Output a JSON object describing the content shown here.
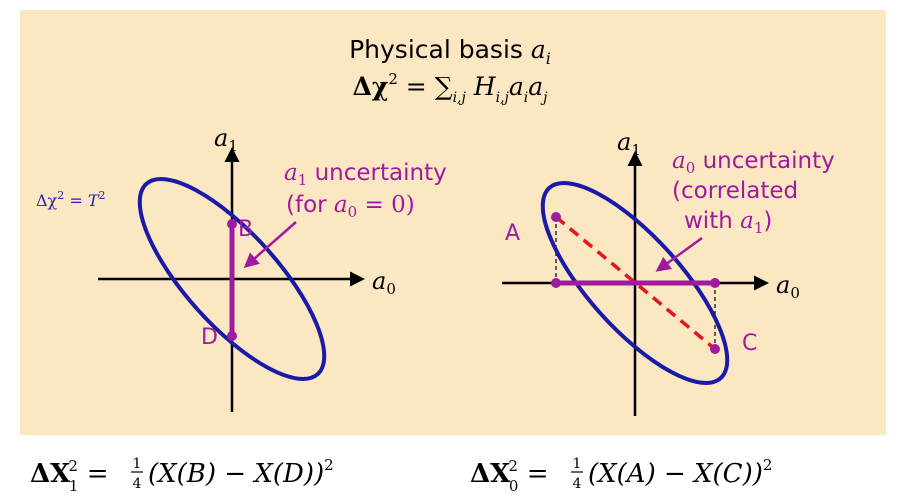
{
  "colors": {
    "panel_bg": "#fbe7c2",
    "ellipse": "#1a1aa8",
    "accent": "#a01aa0",
    "dashed_line": "#e01a1a",
    "axis": "#000000",
    "label_blue": "#2020b0",
    "text": "#000000"
  },
  "header": {
    "title_text": "Physical basis ",
    "title_var": "a",
    "title_sub": "i",
    "eq_lhs": "Δχ",
    "eq_sup": "2",
    "eq_eq": " = ",
    "eq_sum": "∑",
    "eq_sum_sub": "i,j",
    "eq_H": " H",
    "eq_H_sub": "i,j",
    "eq_a1": "a",
    "eq_a1_sub": "i",
    "eq_a2": "a",
    "eq_a2_sub": "j"
  },
  "left_plot": {
    "axis_y_var": "a",
    "axis_y_sub": "1",
    "axis_x_var": "a",
    "axis_x_sub": "0",
    "contour_label": "Δχ",
    "contour_sup": "2",
    "contour_eq": " = T",
    "contour_sup2": "2",
    "annotation_var": "a",
    "annotation_sub": "1",
    "annotation_word": " uncertainty",
    "annotation_paren_open": "(for ",
    "annotation_cond_var": "a",
    "annotation_cond_sub": "0",
    "annotation_cond_rest": " = 0)",
    "point_top": "B",
    "point_bottom": "D"
  },
  "right_plot": {
    "axis_y_var": "a",
    "axis_y_sub": "1",
    "axis_x_var": "a",
    "axis_x_sub": "0",
    "annotation_var": "a",
    "annotation_sub": "0",
    "annotation_word": " uncertainty",
    "annotation_line2": "(correlated",
    "annotation_line3": "with ",
    "annotation_with_var": "a",
    "annotation_with_sub": "1",
    "annotation_close": ")",
    "point_left": "A",
    "point_right": "C"
  },
  "footer": {
    "left": {
      "lhs": "ΔX",
      "sub": "1",
      "sup": "2",
      "eq": " = ",
      "frac_num": "1",
      "frac_den": "4",
      "expr": "(X(B) − X(D))",
      "expr_sup": "2"
    },
    "right": {
      "lhs": "ΔX",
      "sub": "0",
      "sup": "2",
      "eq": " = ",
      "frac_num": "1",
      "frac_den": "4",
      "expr": "(X(A) − X(C))",
      "expr_sup": "2"
    }
  }
}
